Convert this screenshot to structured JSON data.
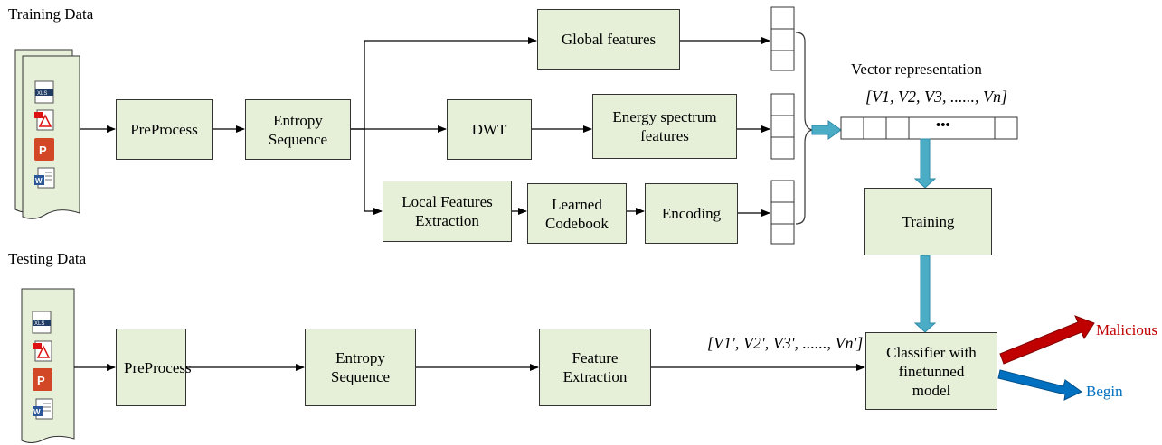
{
  "training": {
    "title": "Training Data",
    "preprocess": "PreProcess",
    "entropy_line1": "Entropy",
    "entropy_line2": "Sequence",
    "global_features": "Global features",
    "dwt": "DWT",
    "energy_line1": "Energy spectrum",
    "energy_line2": "features",
    "local_line1": "Local Features",
    "local_line2": "Extraction",
    "codebook_line1": "Learned",
    "codebook_line2": "Codebook",
    "encoding": "Encoding",
    "vector_title": "Vector representation",
    "vector_formula": "[V1, V2, V3, ......, Vn]",
    "vector_ellipsis": "•••",
    "training_box": "Training"
  },
  "testing": {
    "title": "Testing Data",
    "preprocess": "PreProcess",
    "entropy_line1": "Entropy",
    "entropy_line2": "Sequence",
    "feature_line1": "Feature",
    "feature_line2": "Extraction",
    "vector_formula": "[V1', V2', V3', ......, Vn']",
    "classifier_line1": "Classifier with",
    "classifier_line2": "finetunned",
    "classifier_line3": "model",
    "malicious": "Malicious",
    "begin": "Begin"
  },
  "file_icons": [
    "xls-file-icon",
    "pdf-file-icon",
    "ppt-file-icon",
    "word-file-icon"
  ],
  "colors": {
    "box_fill": "#e6f0d9",
    "block_arrow": "#4bacc6",
    "malicious": "#c00000",
    "begin": "#0070c0"
  }
}
